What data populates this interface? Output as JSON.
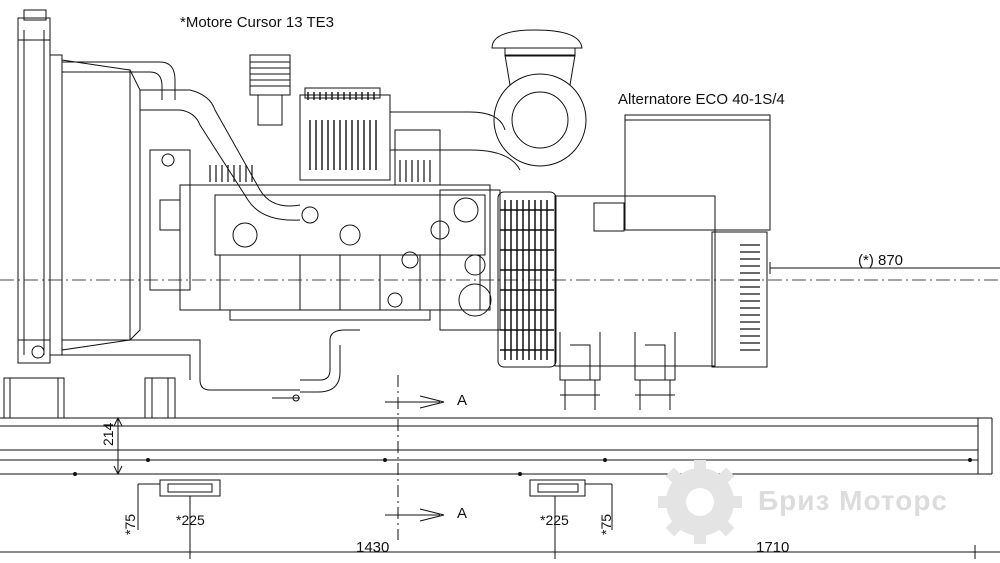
{
  "labels": {
    "engine": "*Motore Cursor 13 TE3",
    "alternator": "Alternatore ECO 40-1S/4",
    "side_dim": "(*) 870",
    "section_a_top": "A",
    "section_a_bottom": "A",
    "base_height": "214",
    "foot_left_offset": "*75",
    "foot_right_offset": "*75",
    "foot_left_width": "*225",
    "foot_right_width": "*225",
    "dim_1430": "1430",
    "dim_1710": "1710"
  },
  "watermark": {
    "text": "Бриз Моторс",
    "color": "#dcdcdc"
  },
  "colors": {
    "line": "#111111",
    "background": "#ffffff"
  }
}
